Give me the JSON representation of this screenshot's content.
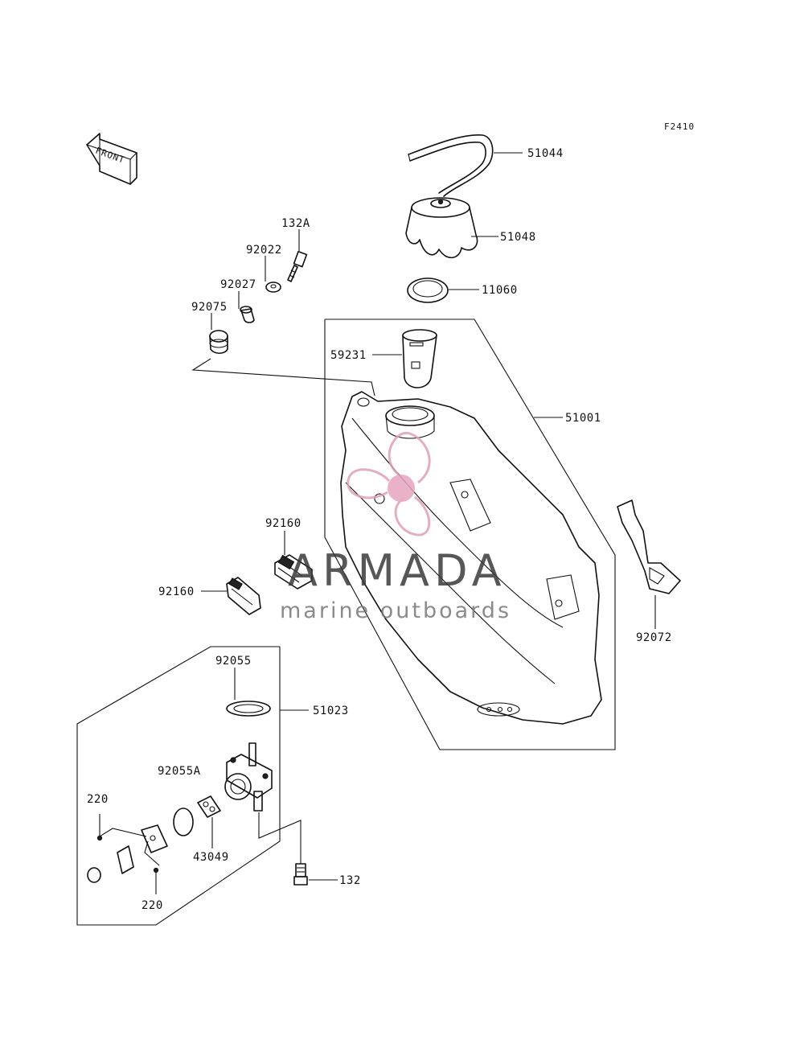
{
  "figure_code": "F2410",
  "front_indicator": "FRONT",
  "watermark": {
    "title": "ARMADA",
    "subtitle": "marine outboards",
    "accent_color": "#e0a0b8"
  },
  "parts": [
    {
      "id": "51044"
    },
    {
      "id": "51048"
    },
    {
      "id": "11060"
    },
    {
      "id": "59231"
    },
    {
      "id": "51001"
    },
    {
      "id": "132A"
    },
    {
      "id": "92022"
    },
    {
      "id": "92027"
    },
    {
      "id": "92075"
    },
    {
      "id": "92160"
    },
    {
      "id": "92160"
    },
    {
      "id": "92072"
    },
    {
      "id": "92055"
    },
    {
      "id": "51023"
    },
    {
      "id": "92055A"
    },
    {
      "id": "220"
    },
    {
      "id": "43049"
    },
    {
      "id": "220"
    },
    {
      "id": "132"
    }
  ]
}
